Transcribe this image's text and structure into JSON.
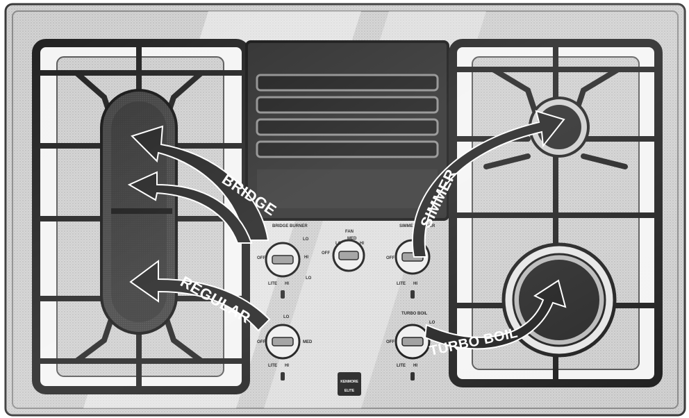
{
  "labels": {
    "bridge": "BRIDGE",
    "regular": "REGULAR",
    "simmer": "SIMMER",
    "turbo_boil": "TURBO BOIL"
  },
  "controls": {
    "off": "OFF",
    "lo": "LO",
    "hi": "HI",
    "med": "MED",
    "lite": "LITE",
    "fan": "FAN",
    "bridge_burner": "BRIDGE BURNER",
    "simmer_burner": "SIMMER BURNER",
    "turbo_boil": "TURBO BOIL"
  },
  "brand": {
    "name": "KENMORE",
    "sub": "ELITE"
  }
}
